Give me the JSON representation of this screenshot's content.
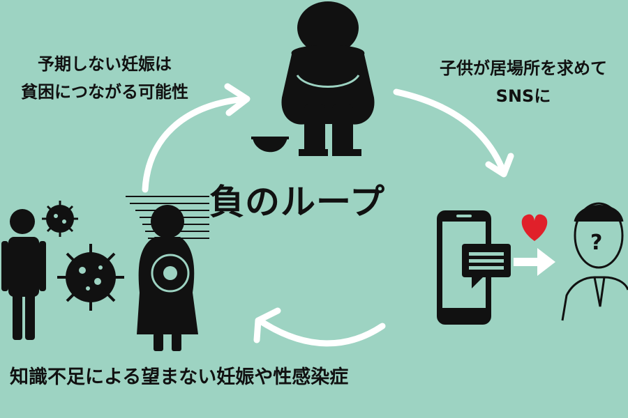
{
  "labels": {
    "top_left_line1": "予期しない妊娠は",
    "top_left_line2": "貧困につながる可能性",
    "top_right_line1": "子供が居場所を求めて",
    "top_right_line2": "SNSに",
    "bottom": "知識不足による望まない妊娠や性感染症",
    "center": "負のループ"
  },
  "icons": [
    "crouching-person-icon",
    "bowl-icon",
    "smartphone-icon",
    "chat-bubble-icon",
    "arrow-right-icon",
    "heart-icon",
    "person-question-icon",
    "man-icon",
    "virus-icon",
    "pregnant-woman-icon"
  ],
  "colors": {
    "background": "#9dd3c2",
    "ink": "#111111",
    "arrow": "#ffffff",
    "heart": "#e0202a"
  }
}
